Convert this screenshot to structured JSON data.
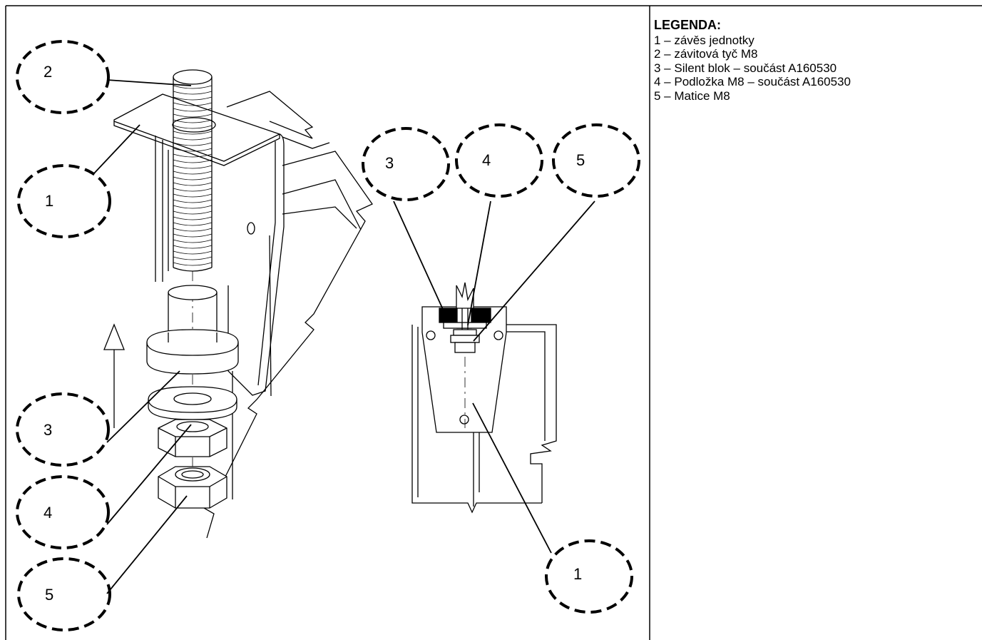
{
  "legend": {
    "title": "LEGENDA:",
    "items": [
      "1 – závěs jednotky",
      "2 – závitová tyč M8",
      "3 – Silent blok – součást A160530",
      "4 – Podložka M8 – součást A160530",
      "5 – Matice M8"
    ]
  },
  "callouts": {
    "left": [
      "2",
      "1",
      "3",
      "4",
      "5"
    ],
    "right": [
      "3",
      "4",
      "5",
      "1"
    ]
  },
  "colors": {
    "line": "#000000",
    "background": "#ffffff"
  }
}
